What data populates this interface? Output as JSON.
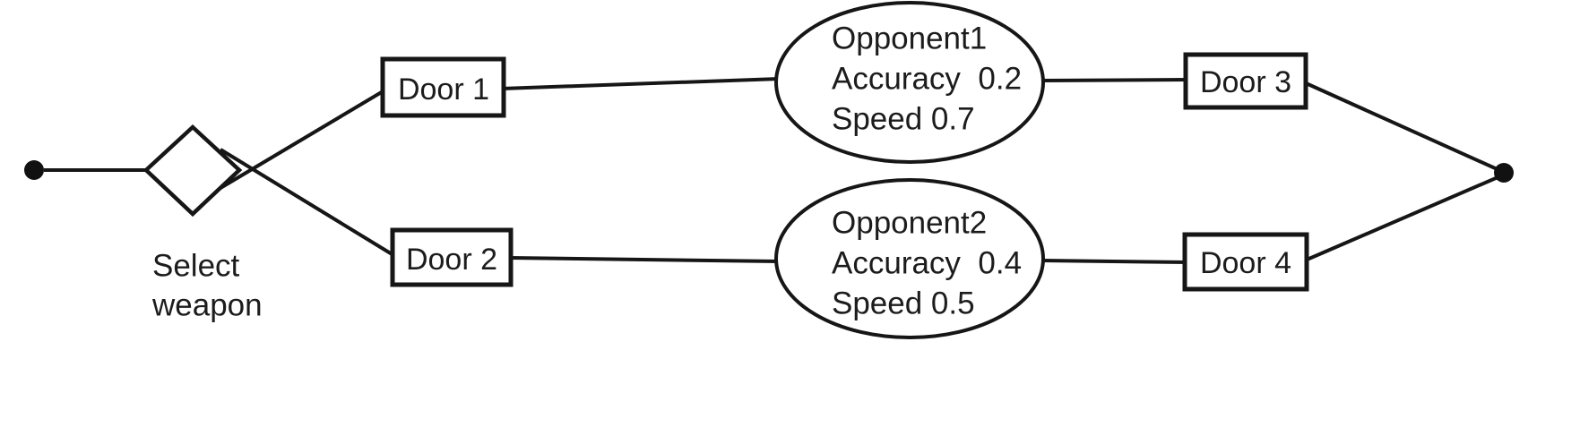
{
  "diagram": {
    "type": "activity-flow-diagram",
    "colors": {
      "background": "#ffffff",
      "stroke": "#161616",
      "text": "#1c1c1c"
    },
    "nodes": {
      "select_weapon": {
        "shape": "diamond",
        "lines": [
          "Select",
          "weapon"
        ]
      },
      "door1": {
        "shape": "rectangle",
        "label": "Door 1"
      },
      "door2": {
        "shape": "rectangle",
        "label": "Door 2"
      },
      "door3": {
        "shape": "rectangle",
        "label": "Door 3"
      },
      "door4": {
        "shape": "rectangle",
        "label": "Door 4"
      },
      "opponent1": {
        "shape": "ellipse",
        "name": "Opponent1",
        "accuracy": "0.2",
        "speed": "0.7",
        "lines": [
          "Opponent1",
          "Accuracy  0.2",
          "Speed 0.7"
        ]
      },
      "opponent2": {
        "shape": "ellipse",
        "name": "Opponent2",
        "accuracy": "0.4",
        "speed": "0.5",
        "lines": [
          "Opponent2",
          "Accuracy  0.4",
          "Speed 0.5"
        ]
      }
    },
    "edges": [
      {
        "from": "start",
        "to": "select_weapon"
      },
      {
        "from": "select_weapon",
        "to": "door1"
      },
      {
        "from": "select_weapon",
        "to": "door2"
      },
      {
        "from": "door1",
        "to": "opponent1"
      },
      {
        "from": "door2",
        "to": "opponent2"
      },
      {
        "from": "opponent1",
        "to": "door3"
      },
      {
        "from": "opponent2",
        "to": "door4"
      },
      {
        "from": "door3",
        "to": "end"
      },
      {
        "from": "door4",
        "to": "end"
      }
    ]
  }
}
